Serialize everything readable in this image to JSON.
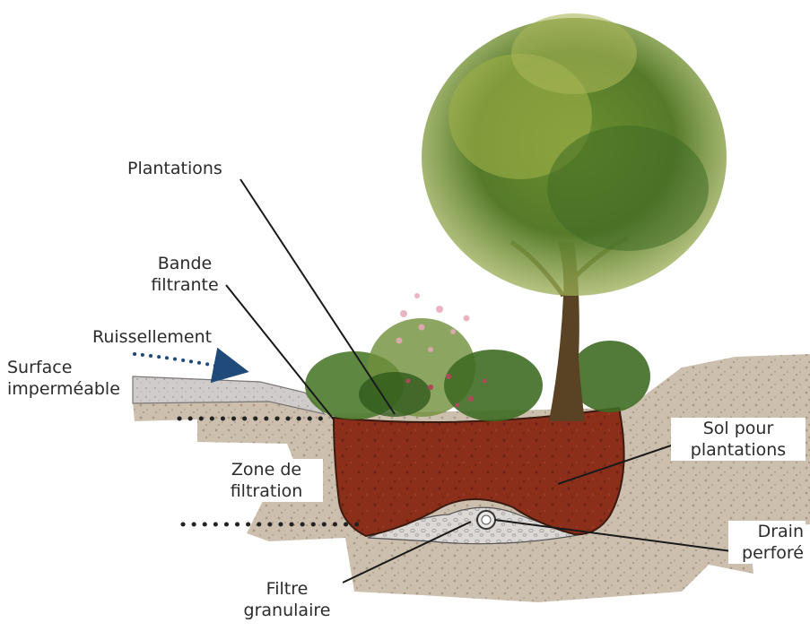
{
  "labels": {
    "plantations": "Plantations",
    "bande_line1": "Bande",
    "bande_line2": "filtrante",
    "ruissellement": "Ruissellement",
    "surface_line1": "Surface",
    "surface_line2": "imperméable",
    "zone_line1": "Zone de",
    "zone_line2": "filtration",
    "sol_line1": "Sol pour",
    "sol_line2": "plantations",
    "drain_line1": "Drain",
    "drain_line2": "perforé",
    "filtre_line1": "Filtre",
    "filtre_line2": "granulaire"
  },
  "colors": {
    "soil_mix": "#8b2e1a",
    "native_soil": "#cdbfae",
    "gravel": "#d9d5d2",
    "pavement": "#c9c6c4",
    "foliage_dark": "#3f6b24",
    "foliage_light": "#8fae3e",
    "trunk": "#5a4324",
    "arrow": "#1f4a7a",
    "leader": "#1a1a1a"
  }
}
